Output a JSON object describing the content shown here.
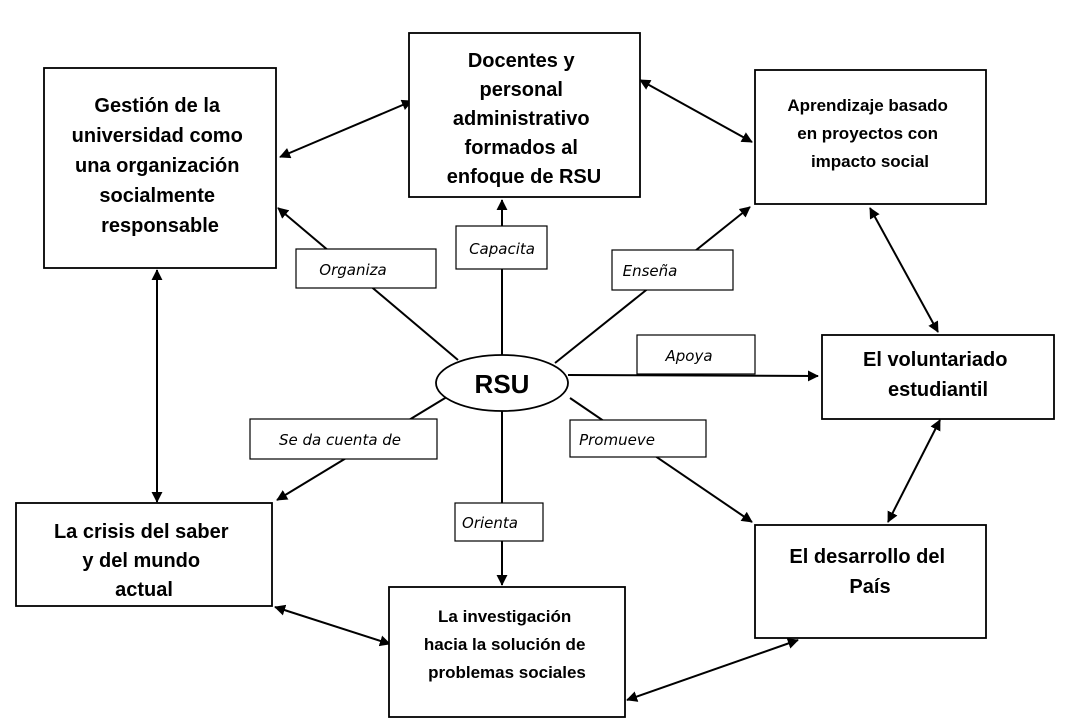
{
  "center": {
    "label": "RSU"
  },
  "nodes": {
    "gestion": [
      "Gestión de la",
      "universidad como",
      "una organización",
      "socialmente",
      "responsable"
    ],
    "docentes": [
      "Docentes y",
      "personal",
      "administrativo",
      "formados al",
      "enfoque de RSU"
    ],
    "aprendizaje": [
      "Aprendizaje basado",
      "en proyectos con",
      "impacto social"
    ],
    "voluntariado": [
      "El voluntariado",
      "estudiantil"
    ],
    "desarrollo": [
      "El desarrollo del",
      "País"
    ],
    "investigacion": [
      "La investigación",
      "hacia la solución de",
      "problemas sociales"
    ],
    "crisis": [
      "La crisis del saber",
      "y del mundo",
      "actual"
    ]
  },
  "edge_labels": {
    "organiza": "Organiza",
    "capacita": "Capacita",
    "ensena": "Enseña",
    "apoya": "Apoya",
    "promueve": "Promueve",
    "orienta": "Orienta",
    "se_da_cuenta": "Se da cuenta de"
  }
}
